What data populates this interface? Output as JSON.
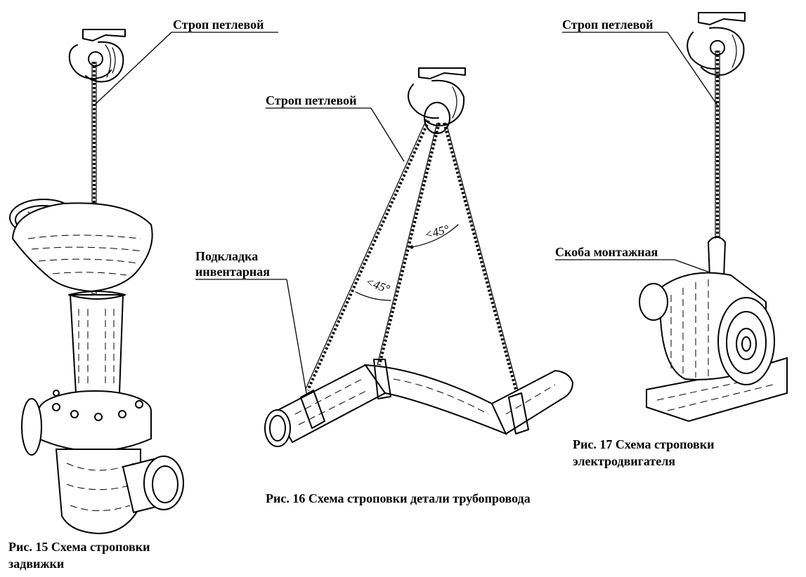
{
  "labels": {
    "sling_1": "Строп петлевой",
    "sling_2": "Строп петлевой",
    "sling_3": "Строп петлевой",
    "pad_line1": "Подкладка",
    "pad_line2": "инвентарная",
    "shackle": "Скоба монтажная",
    "angle_upper": "<45°",
    "angle_lower": "<45°"
  },
  "captions": {
    "fig15_line1": "Рис. 15  Схема строповки",
    "fig15_line2": "задвижки",
    "fig16": "Рис. 16   Схема  строповки детали трубопровода",
    "fig17_line1": "Рис. 17 Схема строповки",
    "fig17_line2": "электродвигателя"
  }
}
